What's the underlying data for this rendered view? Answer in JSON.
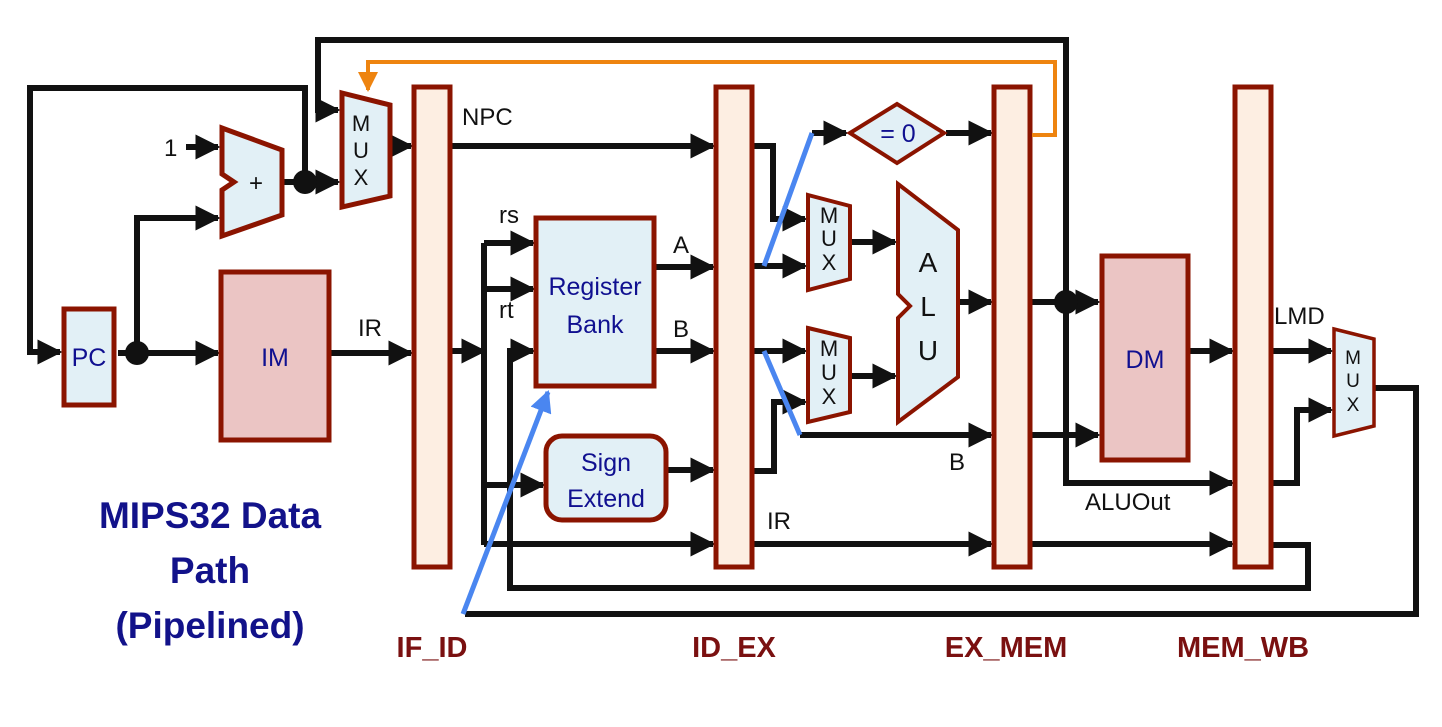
{
  "diagram": {
    "title_lines": [
      "MIPS32 Data",
      "Path",
      "(Pipelined)"
    ],
    "pipeline_registers": [
      "IF_ID",
      "ID_EX",
      "EX_MEM",
      "MEM_WB"
    ],
    "blocks": {
      "pc": "PC",
      "im": "IM",
      "adder": "+",
      "adder_const": "1",
      "register_bank_line1": "Register",
      "register_bank_line2": "Bank",
      "sign_extend_line1": "Sign",
      "sign_extend_line2": "Extend",
      "zero_test": "= 0",
      "alu": [
        "A",
        "L",
        "U"
      ],
      "dm": "DM",
      "mux": [
        "M",
        "U",
        "X"
      ]
    },
    "signals": {
      "npc": "NPC",
      "ir_if": "IR",
      "rs": "rs",
      "rt": "rt",
      "a": "A",
      "b": "B",
      "b_ex": "B",
      "ir_ex": "IR",
      "aluout": "ALUOut",
      "lmd": "LMD"
    },
    "colors": {
      "block_border": "#8b1400",
      "block_fill": "#e2f0f6",
      "memory_fill": "#ebc5c4",
      "latch_fill": "#fdeee2",
      "branch_wire": "#ee8410",
      "annotation_line": "#4a86f0",
      "title_text": "#12128a",
      "stage_text": "#7a1010"
    }
  }
}
